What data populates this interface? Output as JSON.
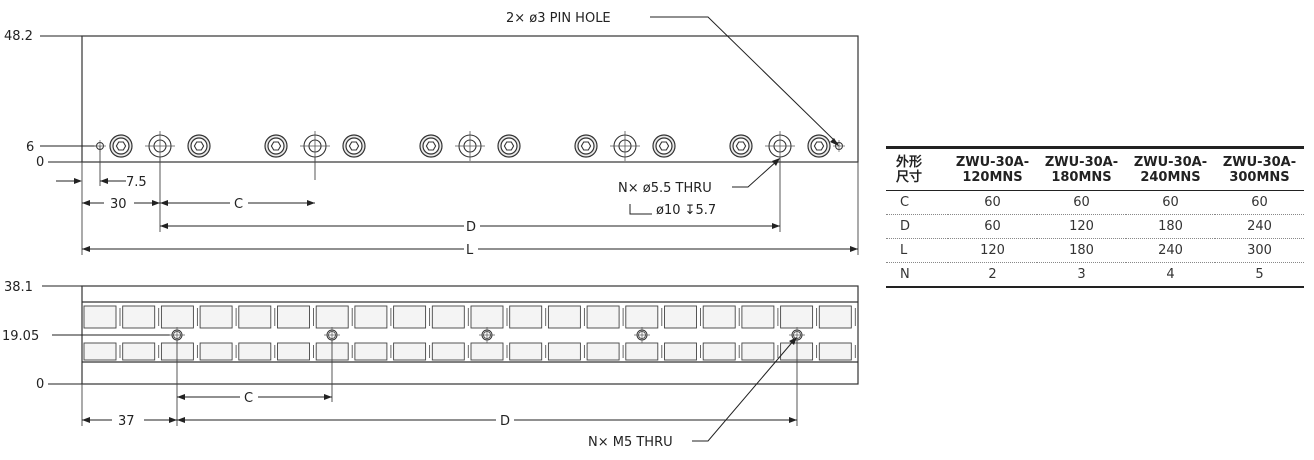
{
  "top_view": {
    "y_labels": [
      "48.2",
      "6",
      "0"
    ],
    "pin_hole_callout": "2× ø3 PIN HOLE",
    "thru_hole_callout": "N× ø5.5 THRU",
    "counterbore_callout": "ø10 ↧5.7",
    "dims": {
      "offset_small": "7.5",
      "offset_first": "30",
      "pitch": "C",
      "span": "D",
      "length": "L"
    }
  },
  "side_view": {
    "y_labels": [
      "38.1",
      "19.05",
      "0"
    ],
    "tap_callout": "N× M5 THRU",
    "dims": {
      "offset_first": "37",
      "pitch": "C",
      "span": "D"
    }
  },
  "table": {
    "header_first": "外形\n尺寸",
    "models": [
      "ZWU-30A-\n120MNS",
      "ZWU-30A-\n180MNS",
      "ZWU-30A-\n240MNS",
      "ZWU-30A-\n300MNS"
    ],
    "rows": [
      {
        "label": "C",
        "values": [
          "60",
          "60",
          "60",
          "60"
        ]
      },
      {
        "label": "D",
        "values": [
          "60",
          "120",
          "180",
          "240"
        ]
      },
      {
        "label": "L",
        "values": [
          "120",
          "180",
          "240",
          "300"
        ]
      },
      {
        "label": "N",
        "values": [
          "2",
          "3",
          "4",
          "5"
        ]
      }
    ]
  }
}
